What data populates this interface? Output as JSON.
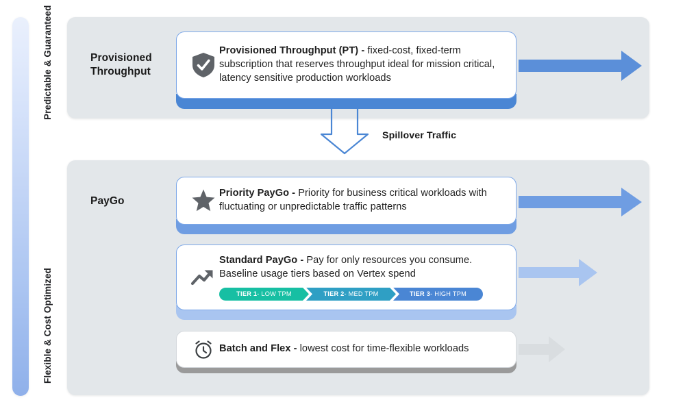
{
  "axis": {
    "top_label": "Predictable & Guaranteed",
    "bottom_label": "Flexible & Cost Optimized",
    "gradient_from": "#eaf0fc",
    "gradient_to": "#8fb0ea"
  },
  "panels": [
    {
      "id": "provisioned-throughput",
      "title": "Provisioned Throughput",
      "title_line1": "Provisioned",
      "title_line2": "Throughput"
    },
    {
      "id": "paygo",
      "title": "PayGo"
    }
  ],
  "cards": {
    "pt": {
      "icon": "shield-check-icon",
      "bold": "Provisioned Throughput (PT) -",
      "rest": " fixed-cost, fixed-term subscription that reserves throughput ideal for mission critical, latency sensitive production workloads",
      "bar_color": "#4a86d4",
      "arrow_color": "#5b8fd9",
      "arrow_length": 175
    },
    "priority": {
      "icon": "star-icon",
      "bold": "Priority PayGo -",
      "rest": " Priority for business critical workloads with fluctuating or unpredictable traffic patterns",
      "bar_color": "#6f9de2",
      "arrow_color": "#6f9de2",
      "arrow_length": 175
    },
    "standard": {
      "icon": "trending-up-icon",
      "bold": "Standard PayGo -",
      "rest": " Pay for only resources you consume. Baseline usage tiers based on Vertex spend",
      "bar_color": "#a9c5f0",
      "arrow_color": "#a9c5f0",
      "arrow_length": 110,
      "tiers": [
        {
          "num": "TIER 1",
          "desc": " - LOW TPM",
          "color": "#17bfa3"
        },
        {
          "num": "TIER 2",
          "desc": " - MED TPM",
          "color": "#2f9fc4"
        },
        {
          "num": "TIER 3",
          "desc": " - HIGH TPM",
          "color": "#4a86d4"
        }
      ]
    },
    "batch": {
      "icon": "alarm-clock-icon",
      "bold": "Batch and Flex -",
      "rest": " lowest cost for time-flexible workloads",
      "bar_color": "#9a9a9a",
      "arrow_color": "#d9dde0",
      "arrow_length": 62
    }
  },
  "spillover": {
    "label": "Spillover Traffic",
    "arrow_color": "#4a86d4"
  }
}
